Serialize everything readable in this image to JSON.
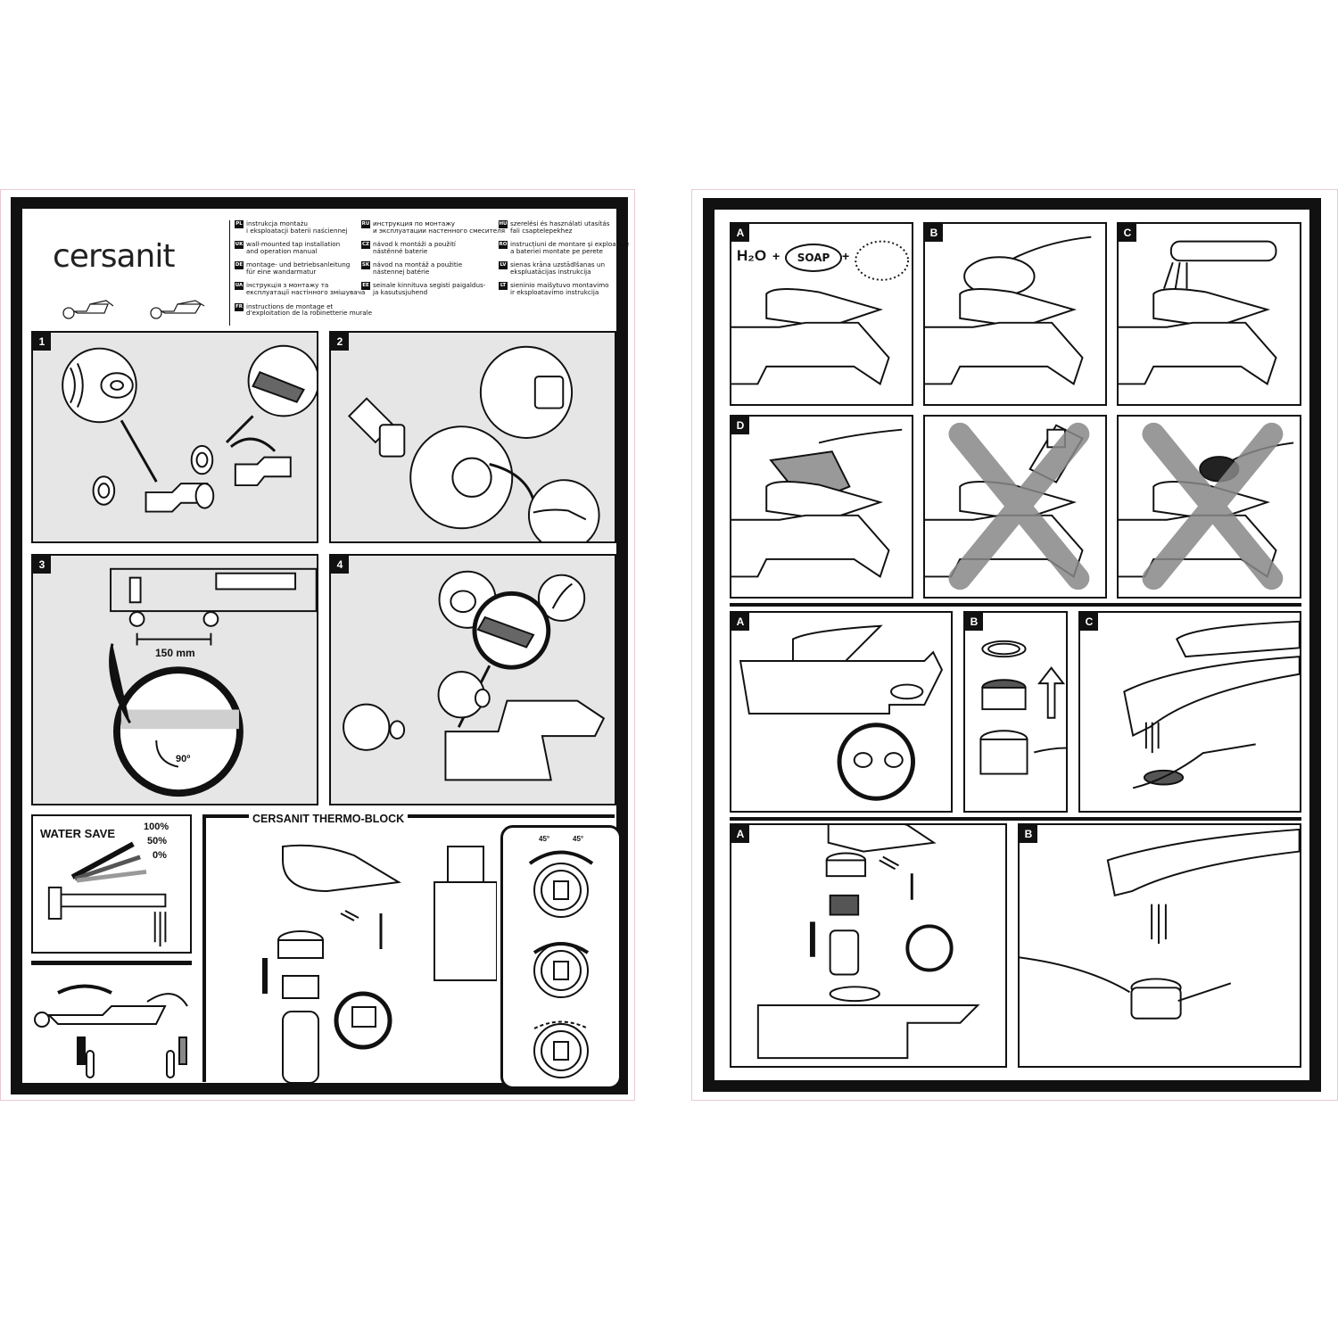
{
  "brand": {
    "logo_text": "cersanit"
  },
  "languages": [
    {
      "code": "PL",
      "text": "instrukcja montażu\ni eksploatacji baterii naściennej"
    },
    {
      "code": "UK",
      "text": "wall-mounted tap installation\nand operation manual"
    },
    {
      "code": "DE",
      "text": "montage- und betriebsanleitung\nfür eine wandarmatur"
    },
    {
      "code": "UA",
      "text": "інструкція з монтажу та\nексплуатації настінного змішувача"
    },
    {
      "code": "FR",
      "text": "instructions de montage et\nd'exploitation de la robinetterie murale"
    },
    {
      "code": "RU",
      "text": "инструкция по монтажу\nи эксплуатации настенного смесителя"
    },
    {
      "code": "CZ",
      "text": "návod k montáži a použití\nnástěnné baterie"
    },
    {
      "code": "SK",
      "text": "návod na montáž a použitie\nnástennej batérie"
    },
    {
      "code": "EE",
      "text": "seinale kinnituva segisti paigaldus-\nja kasutusjuhend"
    },
    {
      "code": "HU",
      "text": "szerelési és használati utasítás\nfali csaptelepekhez"
    },
    {
      "code": "RO",
      "text": "instrucțiuni de montare și exploatare\na bateriei montate pe perete"
    },
    {
      "code": "LV",
      "text": "sienas krāna uzstādīšanas un\nekspluatācijas instrukcija"
    },
    {
      "code": "LT",
      "text": "sieninio maišytuvo montavimo\nir eksploatavimo instrukcija"
    }
  ],
  "steps": {
    "s1": "1",
    "s2": "2",
    "s3": "3",
    "s4": "4",
    "distance": "150 mm",
    "angle": "90º"
  },
  "water_save": {
    "title": "WATER SAVE",
    "levels": [
      "100%",
      "50%",
      "0%"
    ]
  },
  "thermo": {
    "title": "CERSANIT THERMO-BLOCK",
    "angles": [
      "45°",
      "45°"
    ]
  },
  "cleaning": {
    "a": "A",
    "b": "B",
    "c": "C",
    "d": "D",
    "h2o": "H₂O",
    "plus": "+",
    "soap": "SOAP"
  },
  "aerator": {
    "a": "A",
    "b": "B",
    "c": "C"
  },
  "cartridge": {
    "a": "A",
    "b": "B"
  }
}
